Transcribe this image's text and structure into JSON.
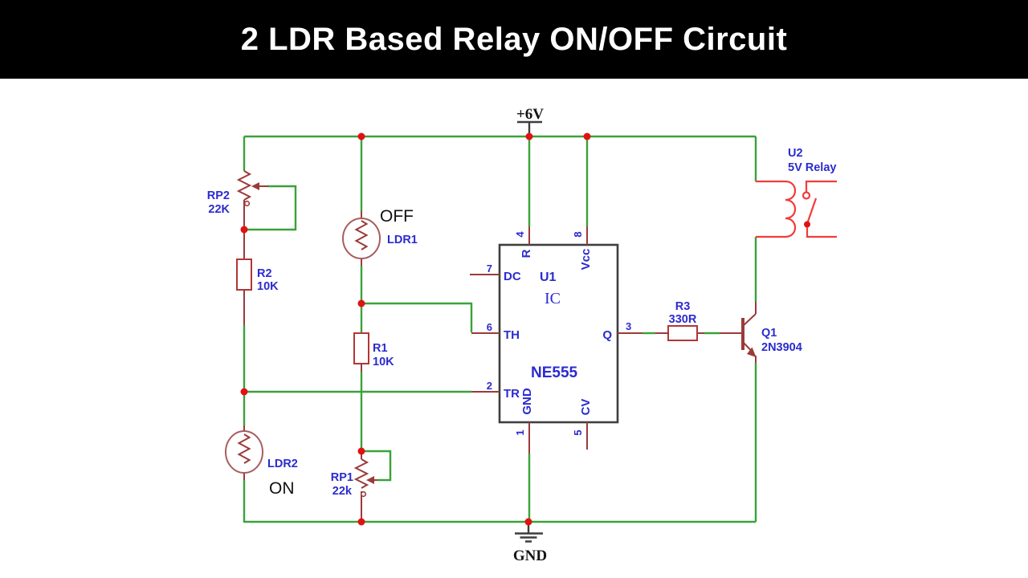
{
  "title": "2 LDR Based Relay ON/OFF Circuit",
  "power": {
    "vcc": "+6V",
    "gnd": "GND"
  },
  "annotations": {
    "ldr1_state": "OFF",
    "ldr2_state": "ON"
  },
  "components": {
    "rp2": {
      "ref": "RP2",
      "value": "22K"
    },
    "r2": {
      "ref": "R2",
      "value": "10K"
    },
    "ldr1": {
      "ref": "LDR1"
    },
    "ldr2": {
      "ref": "LDR2"
    },
    "r1": {
      "ref": "R1",
      "value": "10K"
    },
    "rp1": {
      "ref": "RP1",
      "value": "22k"
    },
    "r3": {
      "ref": "R3",
      "value": "330R"
    },
    "q1": {
      "ref": "Q1",
      "value": "2N3904"
    },
    "u2": {
      "ref": "U2",
      "value": "5V Relay"
    },
    "ic": {
      "ref": "U1",
      "label": "IC",
      "part": "NE555",
      "pins": {
        "p7": {
          "num": "7",
          "name": "DC"
        },
        "p6": {
          "num": "6",
          "name": "TH"
        },
        "p2": {
          "num": "2",
          "name": "TR"
        },
        "p3": {
          "num": "3",
          "name": "Q"
        },
        "p4": {
          "num": "4",
          "name": "R"
        },
        "p8": {
          "num": "8",
          "name": "Vcc"
        },
        "p1": {
          "num": "1",
          "name": "GND"
        },
        "p5": {
          "num": "5",
          "name": "CV"
        }
      }
    }
  },
  "colors": {
    "wire_green": "#3aa23a",
    "component_red": "#9b3a3a",
    "relay_red": "#f23b3b",
    "junction_red": "#e01212",
    "label_blue": "#2b2bd0",
    "title_bg": "#000000",
    "title_fg": "#ffffff"
  }
}
